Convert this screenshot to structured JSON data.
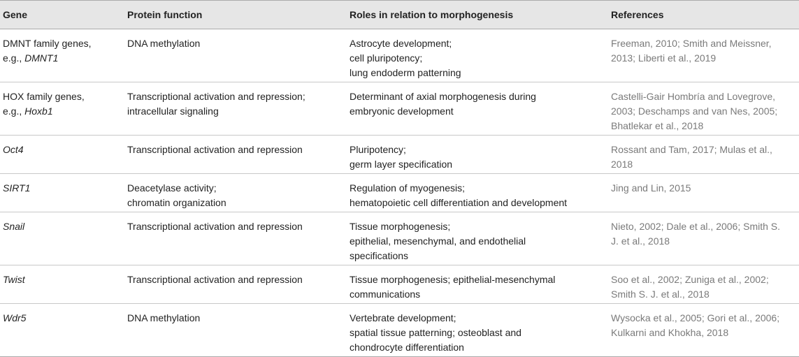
{
  "headers": {
    "gene": "Gene",
    "function": "Protein function",
    "roles": "Roles in relation to morphogenesis",
    "references": "References"
  },
  "rows": [
    {
      "gene": [
        "DMNT family genes,",
        "e.g., "
      ],
      "gene_italic": "DMNT1",
      "function": [
        "DNA methylation"
      ],
      "roles": [
        "Astrocyte development;",
        "cell pluripotency;",
        "lung endoderm patterning"
      ],
      "references": [
        "Freeman, 2010; Smith and Meissner,",
        "2013; Liberti et al., 2019"
      ]
    },
    {
      "gene": [
        "HOX family genes,",
        "e.g., "
      ],
      "gene_italic": "Hoxb1",
      "function": [
        "Transcriptional activation and repression;",
        "intracellular signaling"
      ],
      "roles": [
        "Determinant of axial morphogenesis during",
        "embryonic development"
      ],
      "references": [
        "Castelli-Gair Hombría and Lovegrove,",
        "2003; Deschamps and van Nes, 2005;",
        "Bhatlekar et al., 2018"
      ]
    },
    {
      "gene_only_italic": "Oct4",
      "function": [
        "Transcriptional activation and repression"
      ],
      "roles": [
        "Pluripotency;",
        "germ layer specification"
      ],
      "references": [
        "Rossant and Tam, 2017; Mulas et al.,",
        "2018"
      ]
    },
    {
      "gene_only_italic": "SIRT1",
      "function": [
        "Deacetylase activity;",
        "chromatin organization"
      ],
      "roles": [
        "Regulation of myogenesis;",
        "hematopoietic cell differentiation and development"
      ],
      "references": [
        "Jing and Lin, 2015"
      ]
    },
    {
      "gene_only_italic": "Snail",
      "function": [
        "Transcriptional activation and repression"
      ],
      "roles": [
        "Tissue morphogenesis;",
        "epithelial, mesenchymal, and endothelial",
        "specifications"
      ],
      "references": [
        "Nieto, 2002; Dale et al., 2006; Smith S.",
        "J. et al., 2018"
      ]
    },
    {
      "gene_only_italic": "Twist",
      "function": [
        "Transcriptional activation and repression"
      ],
      "roles": [
        "Tissue morphogenesis; epithelial-mesenchymal",
        "communications"
      ],
      "references": [
        "Soo et al., 2002; Zuniga et al., 2002;",
        "Smith S. J. et al., 2018"
      ]
    },
    {
      "gene_only_italic": "Wdr5",
      "function": [
        "DNA methylation"
      ],
      "roles": [
        "Vertebrate development;",
        "spatial tissue patterning; osteoblast and",
        "chondrocyte differentiation"
      ],
      "references": [
        "Wysocka et al., 2005; Gori et al., 2006;",
        "Kulkarni and Khokha, 2018"
      ]
    }
  ]
}
